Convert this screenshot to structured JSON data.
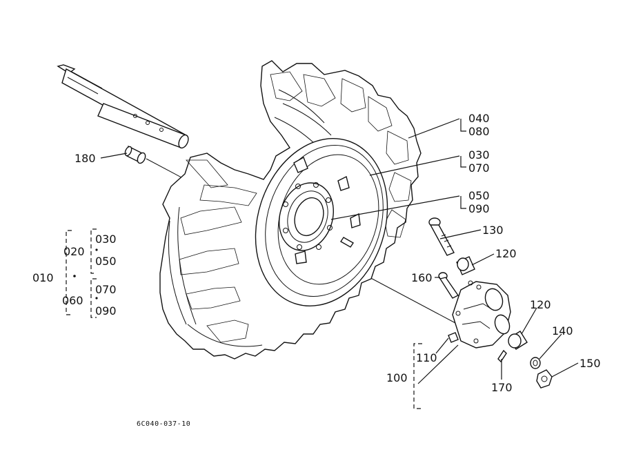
{
  "diagram": {
    "drawing_code": "6C040-037-10",
    "labels": {
      "p010": "010",
      "p020": "020",
      "p030a": "030",
      "p050a": "050",
      "p060": "060",
      "p070a": "070",
      "p090a": "090",
      "p040": "040",
      "p080": "080",
      "p030b": "030",
      "p070b": "070",
      "p050b": "050",
      "p090b": "090",
      "p180": "180",
      "p130": "130",
      "p120a": "120",
      "p160": "160",
      "p120b": "120",
      "p140": "140",
      "p150": "150",
      "p110": "110",
      "p100": "100",
      "p170": "170"
    }
  }
}
